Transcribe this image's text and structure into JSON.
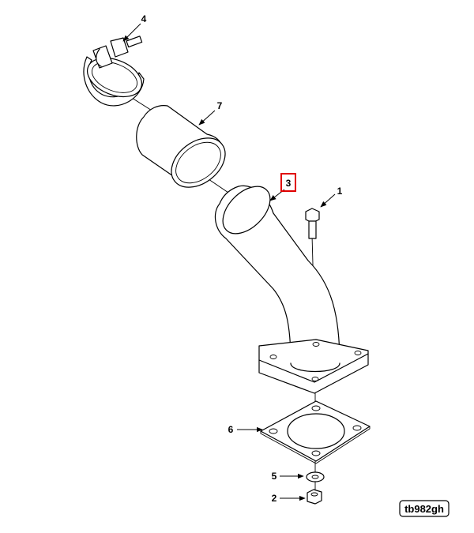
{
  "diagram": {
    "callouts": [
      {
        "id": "1",
        "label": "1"
      },
      {
        "id": "2",
        "label": "2"
      },
      {
        "id": "3",
        "label": "3",
        "highlighted": true
      },
      {
        "id": "4",
        "label": "4"
      },
      {
        "id": "5",
        "label": "5"
      },
      {
        "id": "6",
        "label": "6"
      },
      {
        "id": "7",
        "label": "7"
      }
    ],
    "reference_code": "tb982gh",
    "highlight_color": "#e00000",
    "line_color": "#000000"
  }
}
